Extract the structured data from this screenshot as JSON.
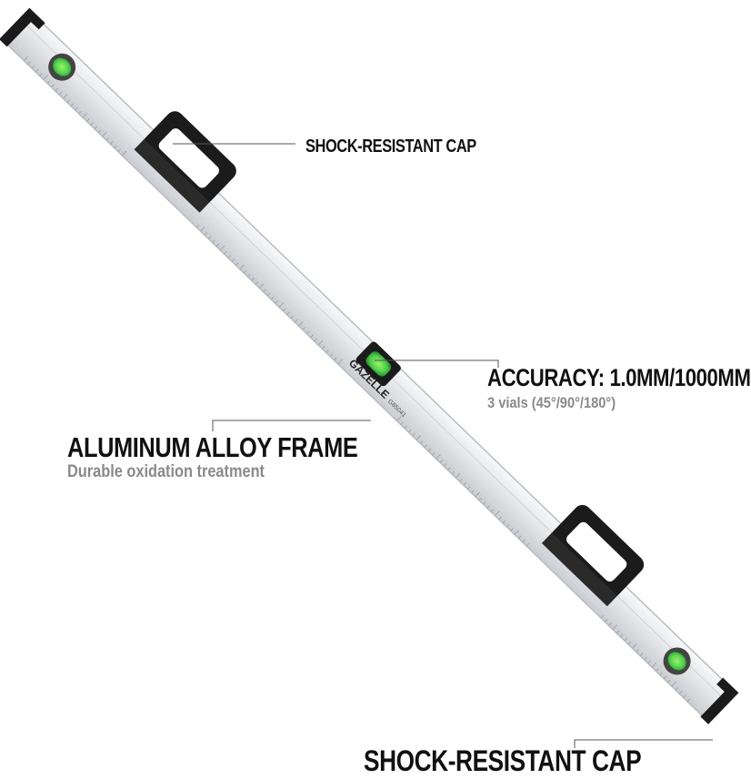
{
  "product": {
    "brand": "GAZELLE",
    "model": "G85041"
  },
  "callouts": {
    "cap_top": {
      "title": "SHOCK-RESISTANT CAP"
    },
    "accuracy": {
      "title": "ACCURACY: 1.0MM/1000MM",
      "subtitle": "3 vials (45°/90°/180°)"
    },
    "frame": {
      "title": "ALUMINUM ALLOY FRAME",
      "subtitle": "Durable oxidation treatment"
    },
    "cap_bottom": {
      "title": "SHOCK-RESISTANT CAP"
    }
  },
  "colors": {
    "frame": "#e6e8ea",
    "frame_edge": "#b9bdc1",
    "cap": "#1b1b1b",
    "vial_liquid": "#49d14a",
    "leader_line": "#555555",
    "subtitle": "#8a8a8a"
  }
}
